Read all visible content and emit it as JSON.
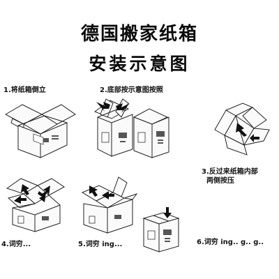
{
  "title": {
    "line1": "德国搬家纸箱",
    "line2": "安装示意图"
  },
  "steps": [
    {
      "label": "1.将纸箱倒立"
    },
    {
      "label": "2.底部按示意图按照"
    },
    {
      "label": "3.反过来纸箱内部\n  两侧按压"
    },
    {
      "label": "4.词穷..."
    },
    {
      "label": "5.词穷  ing..."
    },
    {
      "label": "6.词穷  ing..  g..   g.."
    }
  ],
  "icons": [
    "box-flaps-open-icon",
    "box-pair-icon",
    "box-bottom-flaps-icon",
    "box-flaps-arrows-icon",
    "box-fold-icon",
    "closed-box-icon",
    "arrow-icon"
  ],
  "colors": {
    "background": "#ffffff",
    "text": "#111111",
    "arrow": "#111111",
    "line": "#222222"
  }
}
